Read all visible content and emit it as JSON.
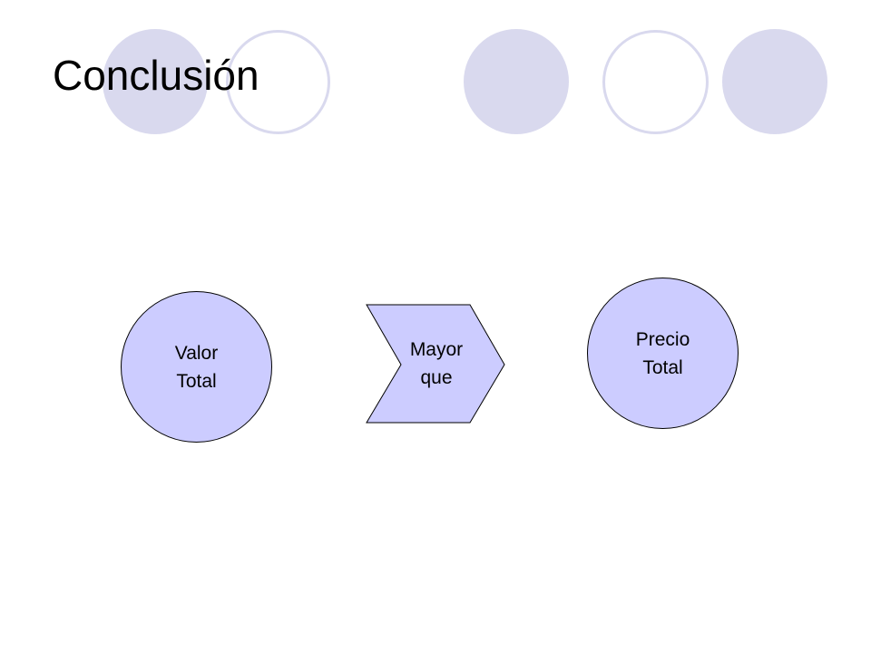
{
  "slide": {
    "title": "Conclusión"
  },
  "diagram": {
    "left_node": {
      "label": "Valor\nTotal"
    },
    "connector": {
      "label": "Mayor\nque"
    },
    "right_node": {
      "label": "Precio\nTotal"
    }
  },
  "colors": {
    "decor_circle": "#d9d9ee",
    "node_fill": "#ccccff",
    "node_outline": "#000000",
    "text": "#000000",
    "background": "#ffffff"
  }
}
